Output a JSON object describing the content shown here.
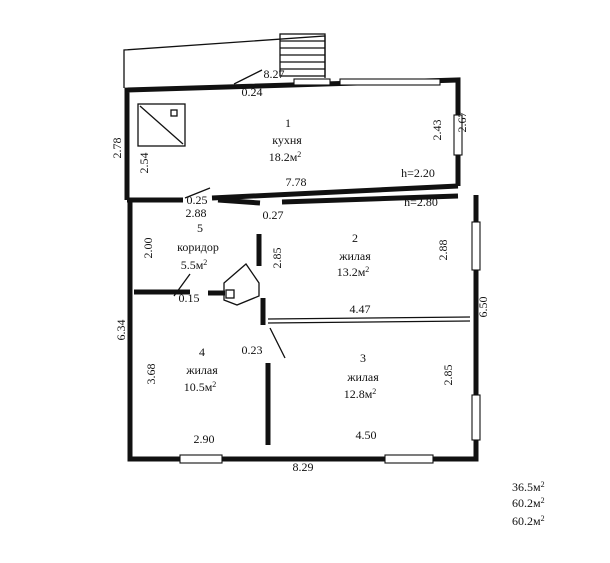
{
  "rooms": [
    {
      "number": "1",
      "name": "кухня",
      "area": "18.2м"
    },
    {
      "number": "2",
      "name": "жилая",
      "area": "13.2м"
    },
    {
      "number": "3",
      "name": "жилая",
      "area": "12.8м"
    },
    {
      "number": "4",
      "name": "жилая",
      "area": "10.5м"
    },
    {
      "number": "5",
      "name": "коридор",
      "area": "5.5м"
    }
  ],
  "dims": {
    "porch_top": "8.27",
    "porch_door": "0.24",
    "kitchen_left_outer": "2.78",
    "kitchen_left_inner": "2.54",
    "kitchen_right_inner": "2.43",
    "kitchen_right_outer": "2.67",
    "kitchen_width": "7.78",
    "kitchen_height": "h=2.20",
    "kitchen_door": "0.25",
    "corridor_top": "2.88",
    "corridor_door": "0.27",
    "rooms_height": "h=2.80",
    "corridor_left": "2.00",
    "corridor_right": "2.85",
    "room2_right": "2.88",
    "house_right": "6.50",
    "room4_door": "0.15",
    "partition_width": "4.47",
    "house_left": "6.34",
    "room3_door": "0.23",
    "room4_left": "3.68",
    "room3_right": "2.85",
    "room4_width": "2.90",
    "room3_width": "4.50",
    "house_bottom": "8.29"
  },
  "totals": [
    "36.5м",
    "60.2м",
    "60.2м"
  ]
}
